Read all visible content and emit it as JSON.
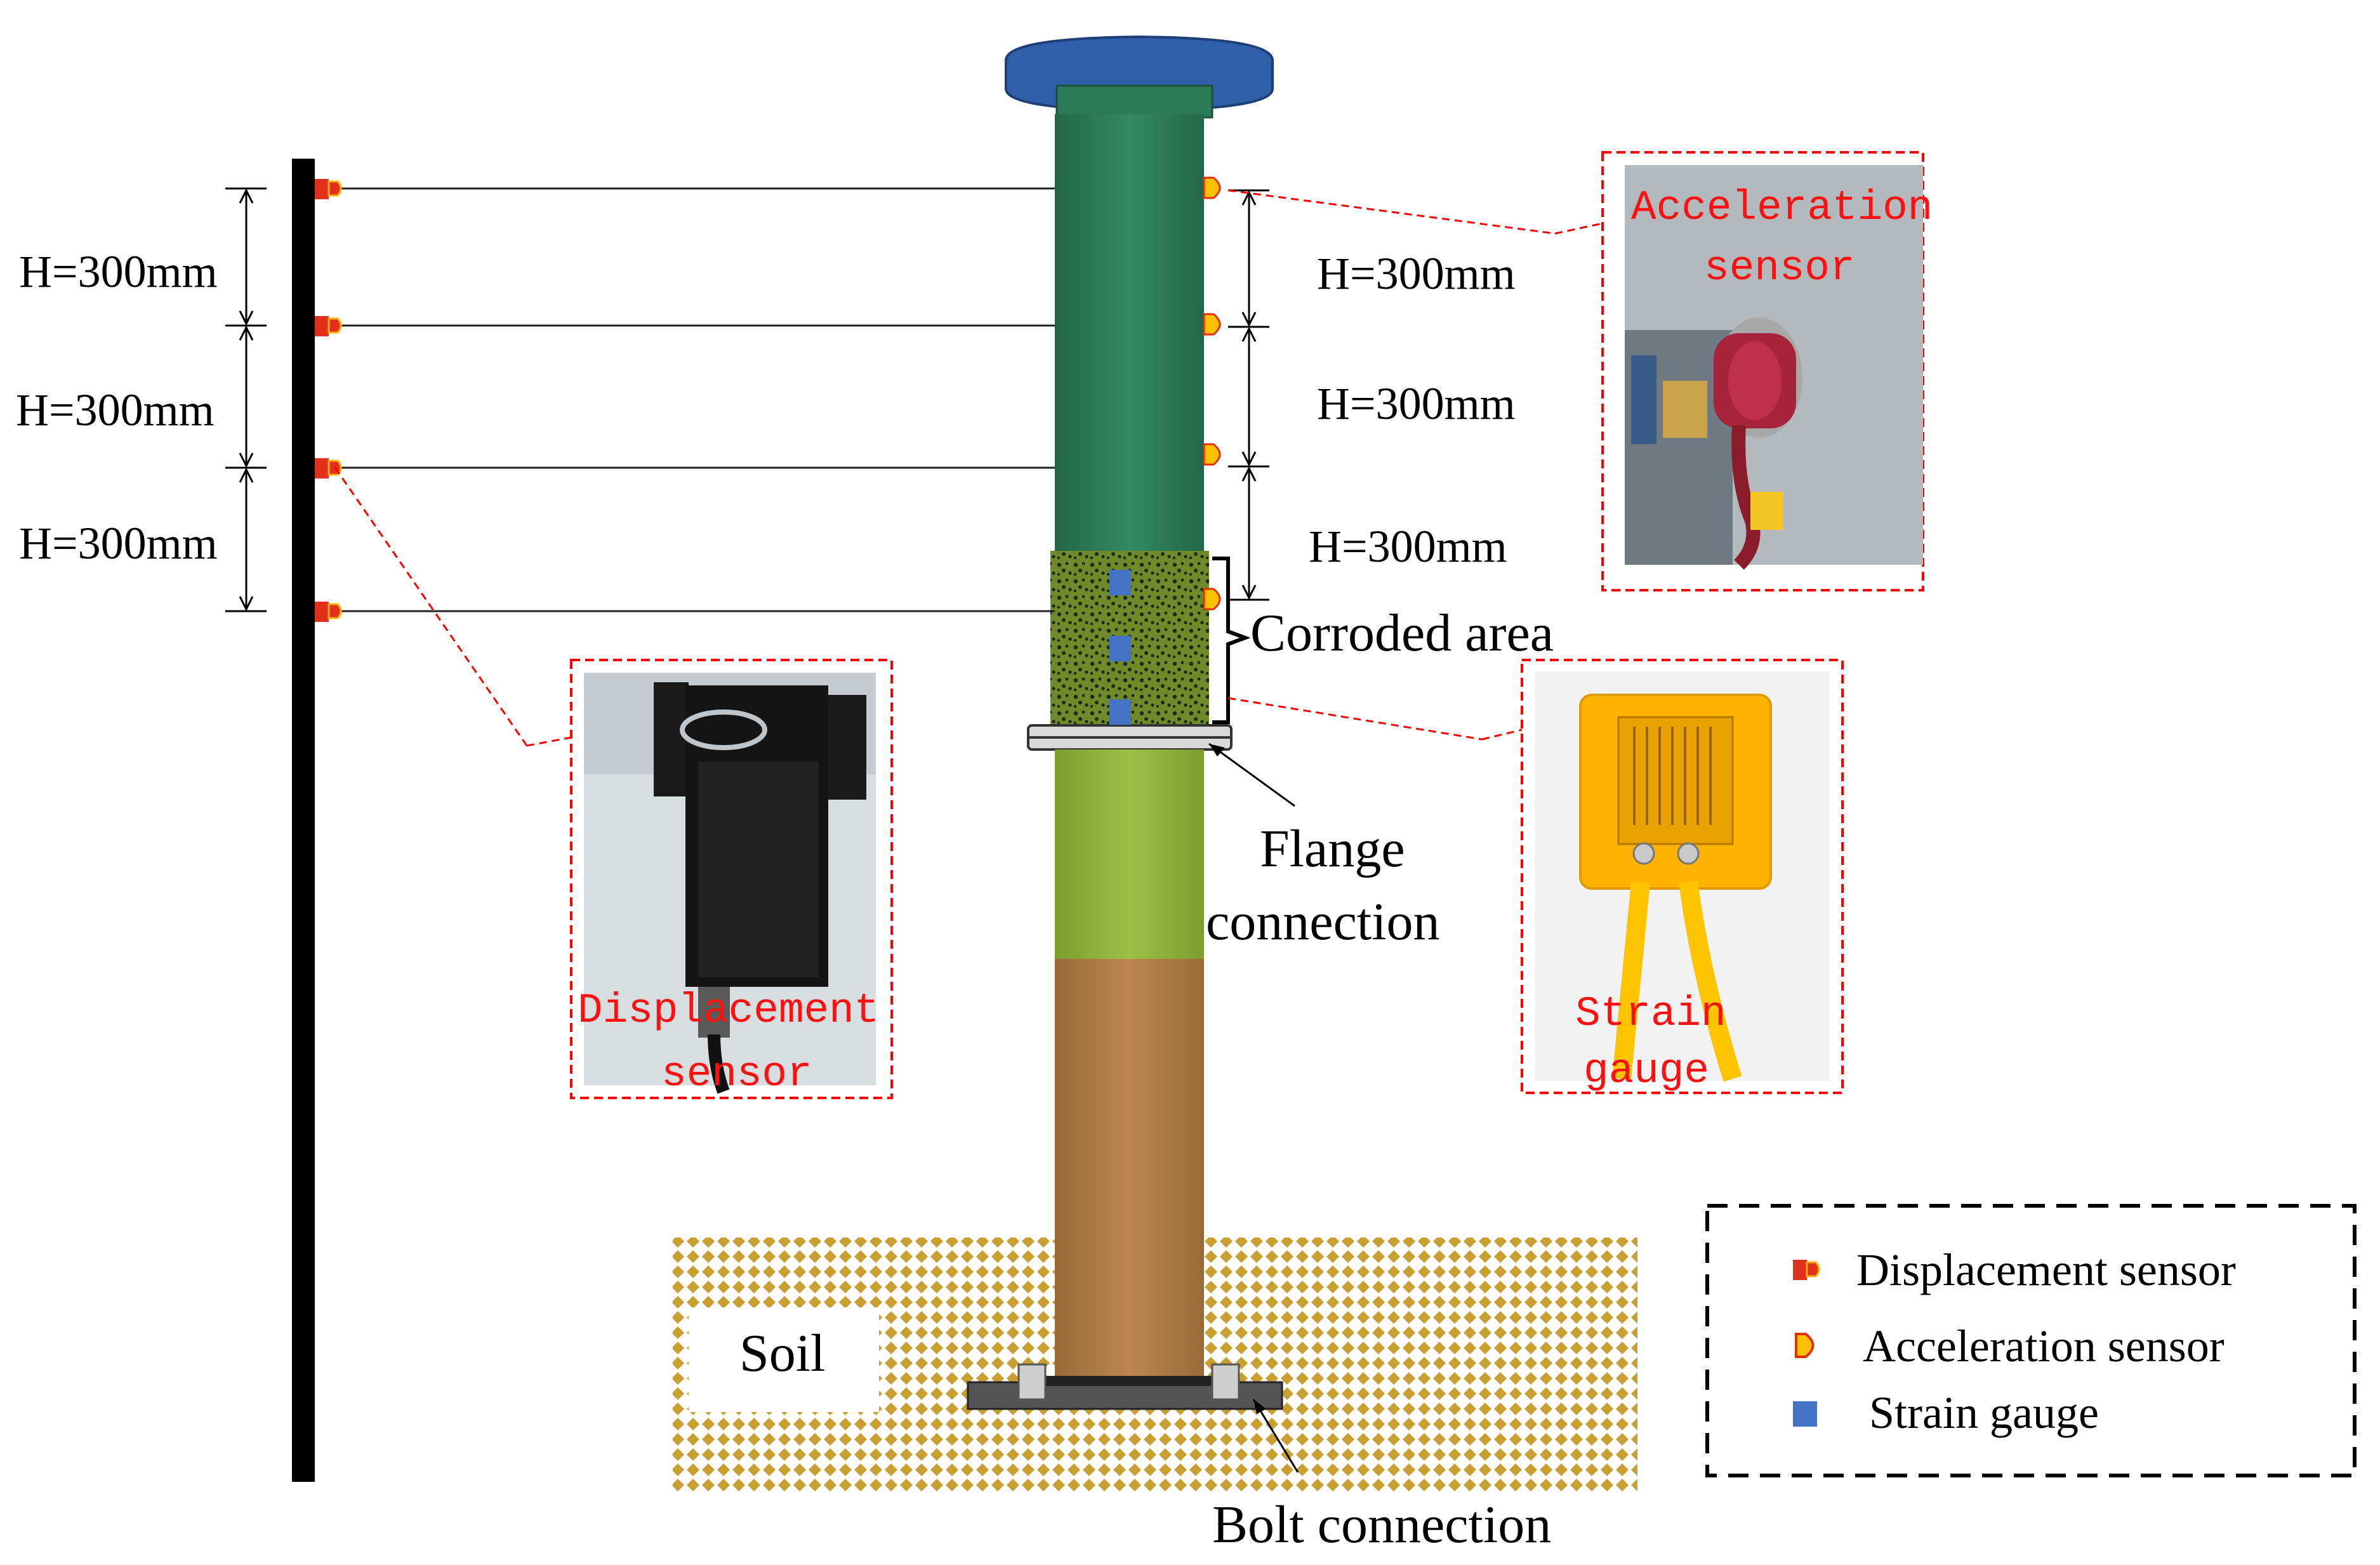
{
  "dimensions": {
    "left": [
      "H=300mm",
      "H=300mm",
      "H=300mm"
    ],
    "right": [
      "H=300mm",
      "H=300mm",
      "H=300mm"
    ]
  },
  "callouts": {
    "acceleration": [
      "Acceleration",
      "sensor"
    ],
    "displacement": [
      "Displacement",
      "sensor"
    ],
    "strain": [
      "Strain",
      "gauge"
    ]
  },
  "labels": {
    "corroded_area": "Corroded area",
    "flange": [
      "Flange",
      "connection"
    ],
    "soil": "Soil",
    "bolt": "Bolt connection"
  },
  "legend": {
    "items": [
      {
        "icon": "displacement-sensor-icon",
        "label": "Displacement sensor"
      },
      {
        "icon": "acceleration-sensor-icon",
        "label": "Acceleration sensor"
      },
      {
        "icon": "strain-gauge-icon",
        "label": "Strain gauge"
      }
    ]
  },
  "colors": {
    "sensor_red": "#e0301e",
    "sensor_yellow": "#ffc000",
    "strain_blue": "#4472c4",
    "callout_red": "#ff0000",
    "column_green": "#2e7a5a",
    "column_lime": "#8db03a",
    "column_brown": "#b07a45",
    "soil": "#c8a030",
    "flange_top": "#2f5fa8"
  }
}
